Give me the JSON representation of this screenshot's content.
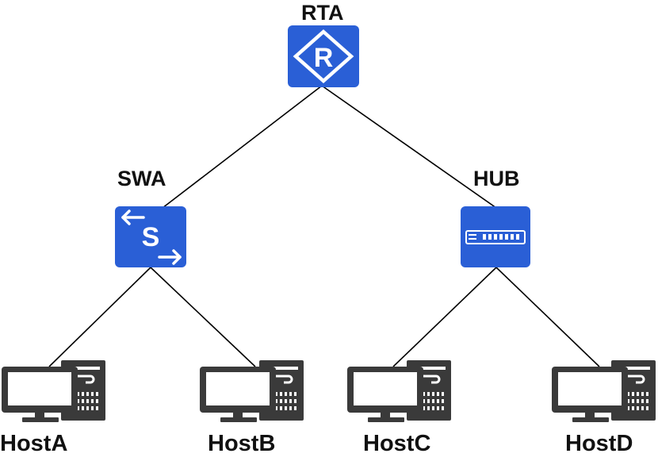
{
  "colors": {
    "device_blue": "#2a5fd6",
    "line": "#000000",
    "host_dark": "#3a3a3a",
    "host_screen": "#ffffff"
  },
  "nodes": {
    "rta": {
      "label": "RTA",
      "icon": "router-icon"
    },
    "swa": {
      "label": "SWA",
      "icon": "switch-icon"
    },
    "hub": {
      "label": "HUB",
      "icon": "hub-icon"
    },
    "hosta": {
      "label": "HostA",
      "icon": "pc-icon"
    },
    "hostb": {
      "label": "HostB",
      "icon": "pc-icon"
    },
    "hostc": {
      "label": "HostC",
      "icon": "pc-icon"
    },
    "hostd": {
      "label": "HostD",
      "icon": "pc-icon"
    }
  },
  "links": [
    [
      "rta",
      "swa"
    ],
    [
      "rta",
      "hub"
    ],
    [
      "swa",
      "hosta"
    ],
    [
      "swa",
      "hostb"
    ],
    [
      "hub",
      "hostc"
    ],
    [
      "hub",
      "hostd"
    ]
  ]
}
